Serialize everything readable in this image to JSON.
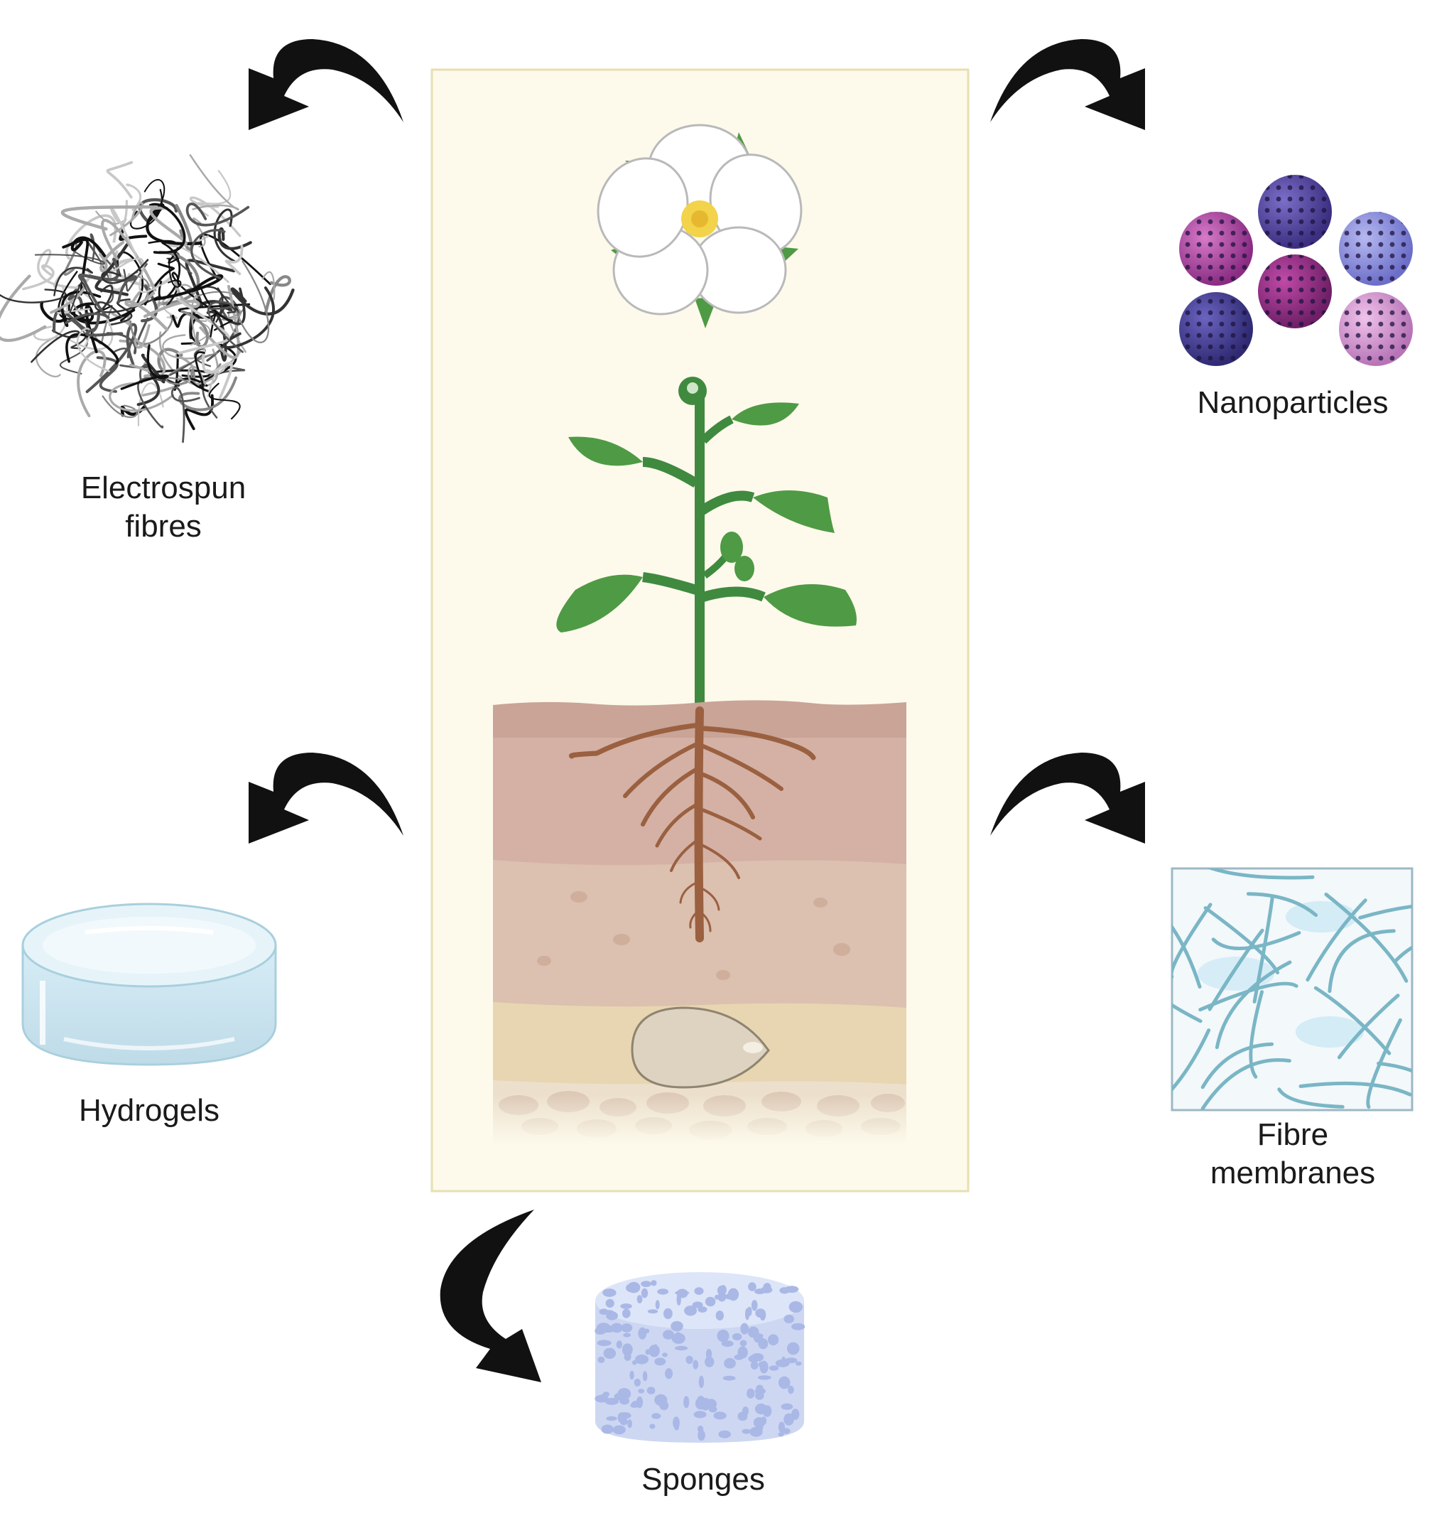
{
  "labels": {
    "electrospun_fibres": [
      "Electrospun",
      "fibres"
    ],
    "nanoparticles": "Nanoparticles",
    "hydrogels": "Hydrogels",
    "fibre_membranes": [
      "Fibre",
      "membranes"
    ],
    "sponges": "Sponges"
  },
  "colors": {
    "panel_bg": "#fdfaec",
    "panel_border": "#e8dfb0",
    "arrow": "#111111",
    "stem": "#3f8a3f",
    "leaf": "#4f9a44",
    "root": "#9a6040",
    "soil_top": "#c9a497",
    "soil_mid": "#dcc0b0",
    "soil_low": "#e8d6b2",
    "seed": "#ddd3c0",
    "petal": "#ffffff",
    "flower_center": "#f2d34a",
    "hydrogel": "#cfe7f1",
    "membrane_bg": "#f3f8fb",
    "membrane_fibre": "#7ab6c5",
    "sponge": "#cdd7f2"
  }
}
